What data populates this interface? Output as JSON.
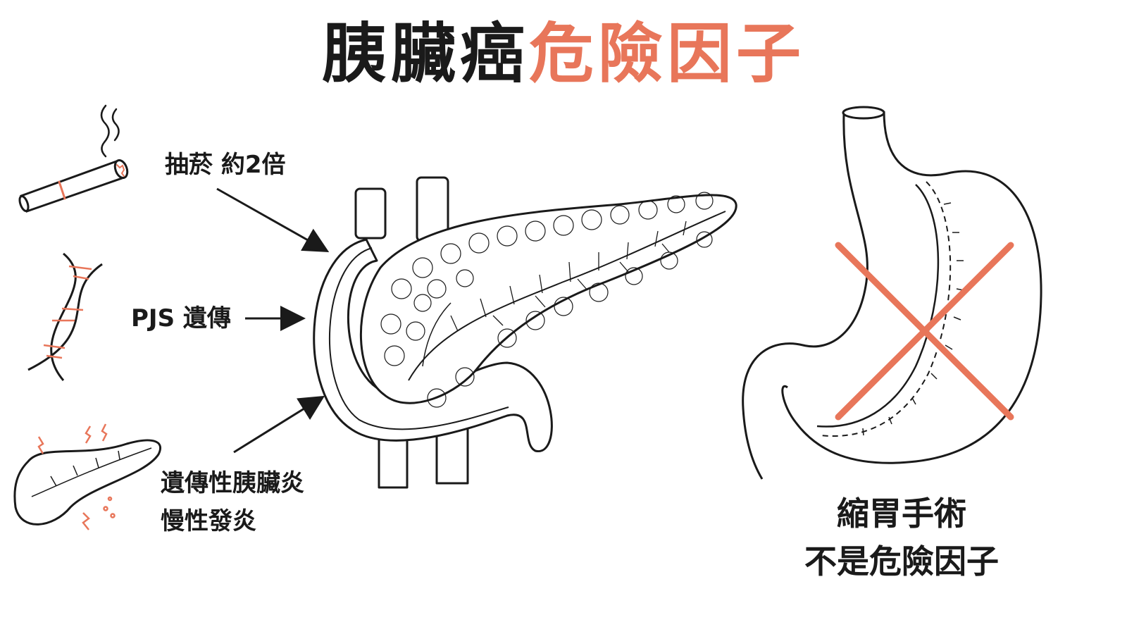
{
  "title": {
    "main": "胰臟癌",
    "accent": "危險因子"
  },
  "factors": {
    "smoking": "抽菸 約2倍",
    "genetic": "PJS 遺傳",
    "pancreatitis_line1": "遺傳性胰臟炎",
    "pancreatitis_line2": "慢性發炎"
  },
  "not_factor": {
    "line1": "縮胃手術",
    "line2": "不是危險因子"
  },
  "colors": {
    "accent": "#e8765a",
    "ink": "#1a1a1a"
  },
  "icons": [
    "cigarette-icon",
    "dna-icon",
    "inflamed-pancreas-icon",
    "pancreas-illustration",
    "stomach-illustration",
    "cross-mark-icon"
  ]
}
